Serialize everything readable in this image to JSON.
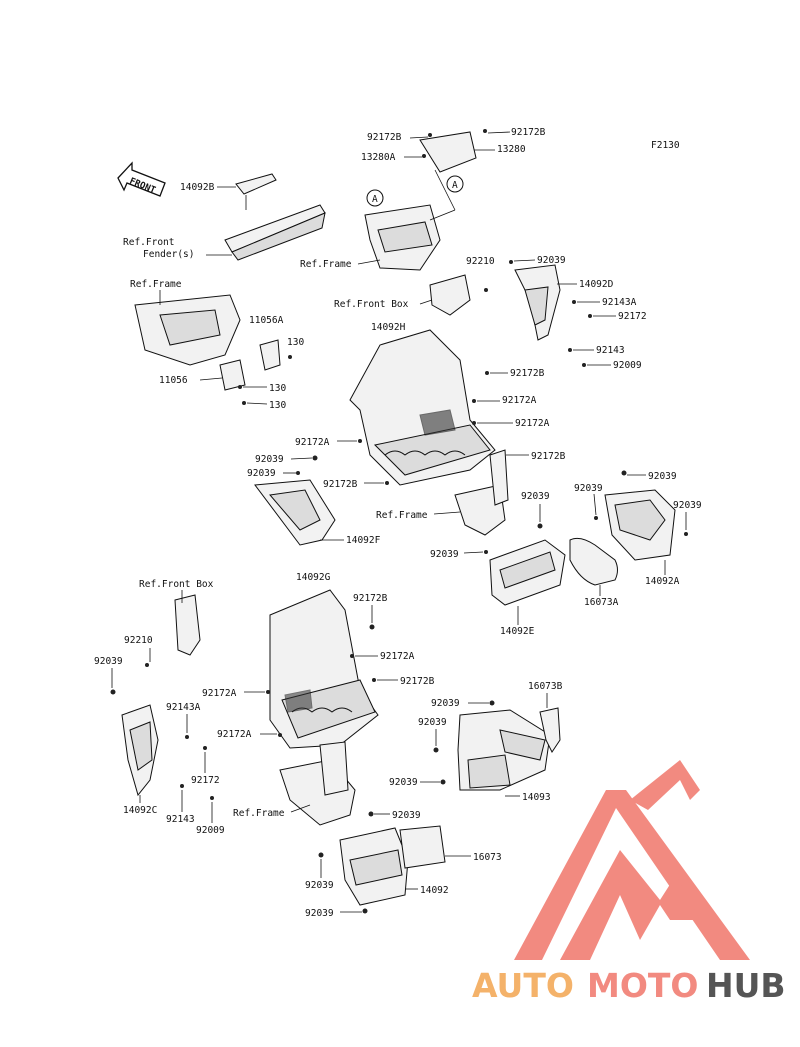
{
  "figure_code": "F2130",
  "direction_arrow": "FRONT",
  "callout_symbol": "A",
  "labels": {
    "l14092B": "14092B",
    "refFrontFender1": "Ref.Front",
    "refFrontFender2": "Fender(s)",
    "l92172B_a": "92172B",
    "l92172B_b": "92172B",
    "l13280A": "13280A",
    "l13280": "13280",
    "refFrame1": "Ref.Frame",
    "l92210_a": "92210",
    "l92039_a": "92039",
    "l14092D": "14092D",
    "refFrontBox1": "Ref.Front Box",
    "l92143A_a": "92143A",
    "l92172_a": "92172",
    "refFrame2": "Ref.Frame",
    "l11056A": "11056A",
    "l130_a": "130",
    "l11056": "11056",
    "l130_b": "130",
    "l130_c": "130",
    "l14092H": "14092H",
    "l92143_a": "92143",
    "l92009_a": "92009",
    "l92172B_c": "92172B",
    "l92172A_a": "92172A",
    "l92172A_b": "92172A",
    "l92172A_c": "92172A",
    "l92172B_d": "92172B",
    "l92039_b": "92039",
    "l92039_c": "92039",
    "l92172B_e": "92172B",
    "refFrame3": "Ref.Frame",
    "l14092F": "14092F",
    "l92039_d": "92039",
    "l92039_e": "92039",
    "l92039_f": "92039",
    "l92039_g": "92039",
    "l92039_h": "92039",
    "l14092A": "14092A",
    "l16073A": "16073A",
    "l14092E": "14092E",
    "refFrontBox2": "Ref.Front Box",
    "l14092G": "14092G",
    "l92172B_f": "92172B",
    "l92210_b": "92210",
    "l92172A_d": "92172A",
    "l92039_i": "92039",
    "l92172B_g": "92172B",
    "l92172A_e": "92172A",
    "l92143A_b": "92143A",
    "l92172A_f": "92172A",
    "l16073B": "16073B",
    "l92039_j": "92039",
    "l92039_k": "92039",
    "l92172_b": "92172",
    "l92039_l": "92039",
    "l14093": "14093",
    "l14092C": "14092C",
    "l92143_b": "92143",
    "l92009_b": "92009",
    "refFrame4": "Ref.Frame",
    "l92039_m": "92039",
    "l16073": "16073",
    "l92039_n": "92039",
    "l14092": "14092",
    "l92039_o": "92039"
  },
  "watermark": {
    "part1": "AUTO",
    "part2": "MOTO",
    "part3": "HUB",
    "color_primary": "#f28a80",
    "color_secondary": "#555555"
  }
}
